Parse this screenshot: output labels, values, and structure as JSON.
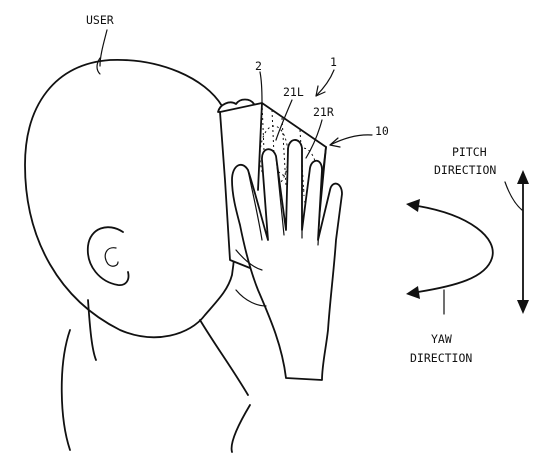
{
  "labels": {
    "user": "USER",
    "device": "1",
    "housing": "2",
    "left_lens": "21L",
    "right_lens": "21R",
    "display_unit": "10",
    "pitch": "PITCH",
    "pitch_direction": "DIRECTION",
    "yaw": "YAW",
    "yaw_direction": "DIRECTION"
  },
  "colors": {
    "stroke": "#111111",
    "background": "#ffffff"
  }
}
